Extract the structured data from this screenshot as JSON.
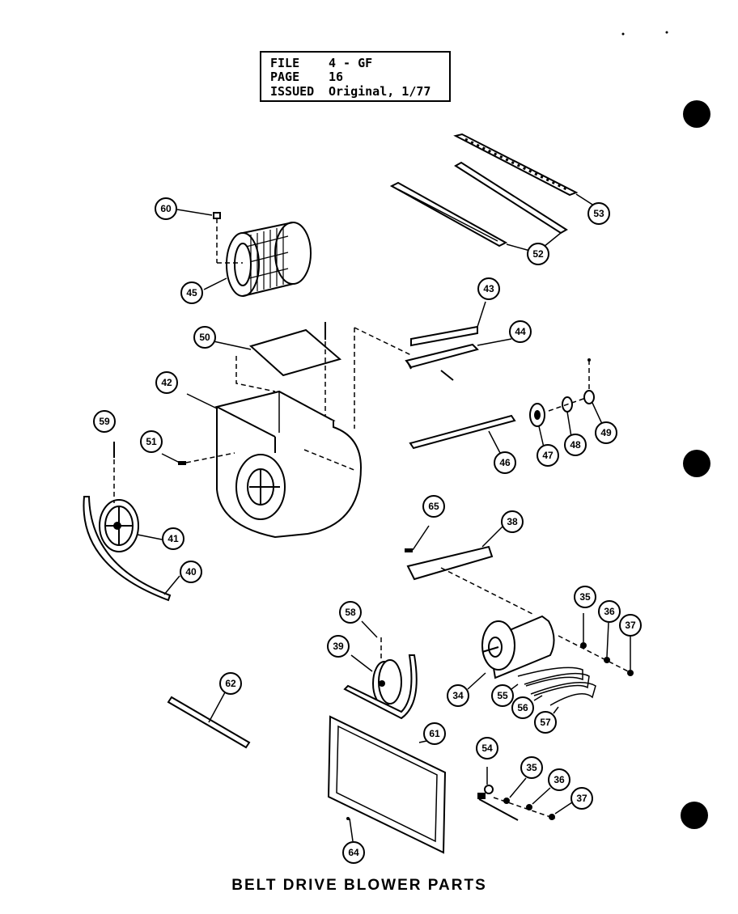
{
  "header": {
    "rows": [
      {
        "label": "FILE",
        "value": "4 - GF"
      },
      {
        "label": "PAGE",
        "value": "16"
      },
      {
        "label": "ISSUED",
        "value": "Original, 1/77"
      }
    ]
  },
  "title": "BELT DRIVE BLOWER PARTS",
  "callouts": [
    "60",
    "45",
    "53",
    "52",
    "43",
    "44",
    "50",
    "42",
    "49",
    "59",
    "51",
    "47",
    "48",
    "46",
    "65",
    "38",
    "41",
    "40",
    "35",
    "36",
    "37",
    "58",
    "39",
    "34",
    "55",
    "56",
    "57",
    "62",
    "61",
    "54",
    "35",
    "36",
    "37",
    "64"
  ]
}
